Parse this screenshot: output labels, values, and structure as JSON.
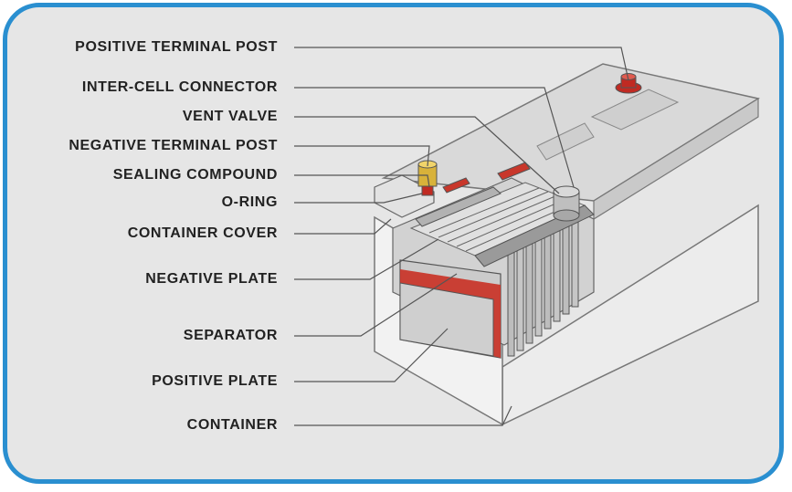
{
  "colors": {
    "frame_border": "#2a8fd0",
    "background": "#e6e6e6",
    "separator_red": "#c8372b",
    "terminal_red": "#c02a22",
    "terminal_gold": "#d8b23a",
    "leader_line": "#555555"
  },
  "labels": [
    {
      "id": "positive-terminal-post",
      "text": "POSITIVE TERMINAL  POST"
    },
    {
      "id": "inter-cell-connector",
      "text": "INTER-CELL CONNECTOR"
    },
    {
      "id": "vent-valve",
      "text": "VENT VALVE"
    },
    {
      "id": "negative-terminal-post",
      "text": "NEGATIVE TERMINAL POST"
    },
    {
      "id": "sealing-compound",
      "text": "SEALING COMPOUND"
    },
    {
      "id": "o-ring",
      "text": "O-RING"
    },
    {
      "id": "container-cover",
      "text": "CONTAINER COVER"
    },
    {
      "id": "negative-plate",
      "text": "NEGATIVE  PLATE"
    },
    {
      "id": "separator",
      "text": "SEPARATOR"
    },
    {
      "id": "positive-plate",
      "text": "POSITIVE PLATE"
    },
    {
      "id": "container",
      "text": "CONTAINER"
    }
  ]
}
